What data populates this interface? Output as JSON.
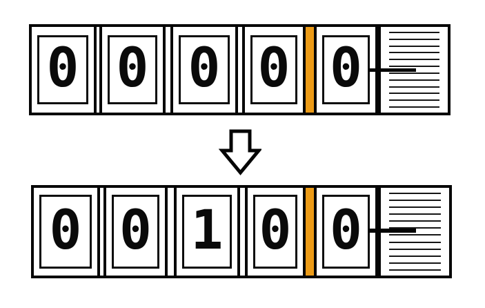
{
  "diagram": {
    "subject": "five-digit-mechanical-counter",
    "colors": {
      "separator_orange": "#EC9B17",
      "ink_black": "#050505",
      "background_white": "#FFFFFF"
    }
  },
  "counter_before": {
    "reading": "00000",
    "digits": [
      "0",
      "0",
      "0",
      "0",
      "0"
    ]
  },
  "counter_after": {
    "reading": "00100",
    "digits": [
      "0",
      "0",
      "1",
      "0",
      "0"
    ]
  },
  "icons": {
    "transition_arrow": "down-arrow-icon",
    "drum_texture": "horizontal-hatch-lines",
    "pointer": "pointer-line"
  }
}
